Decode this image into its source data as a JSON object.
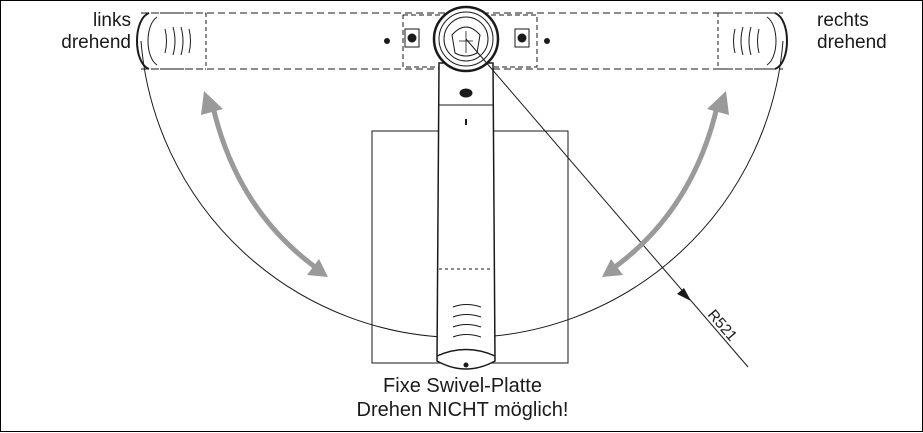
{
  "labels": {
    "left_line1": "links",
    "left_line2": "drehend",
    "right_line1": "rechts",
    "right_line2": "drehend",
    "caption_line1": "Fixe Swivel-Platte",
    "caption_line2": "Drehen NICHT möglich!",
    "radius": "R521"
  },
  "colors": {
    "line": "#1a1a1a",
    "arrow": "#9a9a9a"
  },
  "icons": {
    "rotation_arrows": "double-headed-curved-arrow",
    "radius_marker": "arrow-head"
  }
}
